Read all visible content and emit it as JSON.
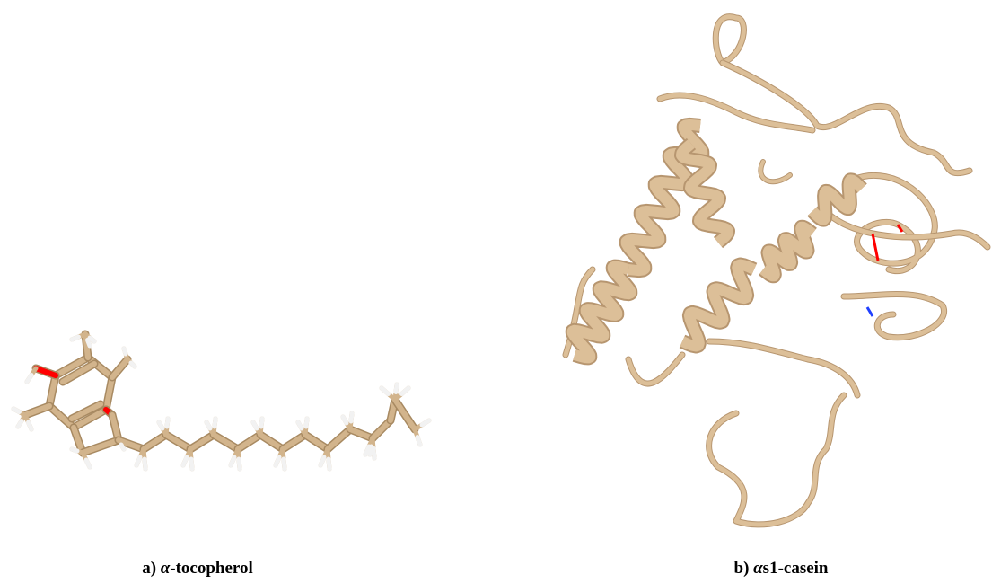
{
  "panels": [
    {
      "id": "a",
      "caption_prefix": "a) ",
      "caption_greek": "α",
      "caption_rest": "-tocopherol"
    },
    {
      "id": "b",
      "caption_prefix": "b) ",
      "caption_greek": "α",
      "caption_rest": "s1-casein"
    }
  ],
  "colors": {
    "bond": "#d2b48c",
    "bond_dark": "#a88a62",
    "ribbon": "#dcbf98",
    "ribbon_dark": "#b79670",
    "oxygen": "#ff0000",
    "hydrogen": "#f2f2f2",
    "nitrogen": "#2040ff"
  }
}
